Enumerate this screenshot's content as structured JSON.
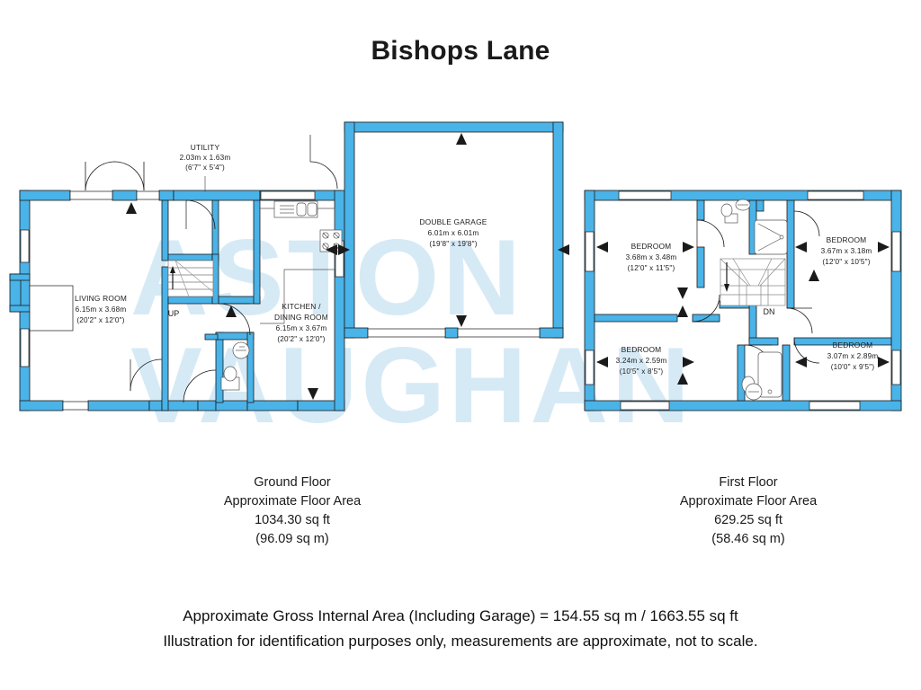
{
  "title": "Bishops Lane",
  "watermark": {
    "line1": "ASTON",
    "line2": "VAUGHAN",
    "color": "#cfe7f5"
  },
  "colors": {
    "wall": "#4ab3e8",
    "wall_outline": "#1a1a1a",
    "text": "#1a1a1a",
    "fixture": "#333333"
  },
  "ground_floor": {
    "caption": {
      "name": "Ground Floor",
      "area_label": "Approximate Floor Area",
      "sqft": "1034.30 sq ft",
      "sqm": "(96.09 sq m)"
    },
    "rooms": [
      {
        "id": "utility",
        "name": "UTILITY",
        "metric": "2.03m x 1.63m",
        "imperial": "(6'7\" x 5'4\")"
      },
      {
        "id": "living-room",
        "name": "LIVING ROOM",
        "metric": "6.15m x 3.68m",
        "imperial": "(20'2\" x 12'0\")"
      },
      {
        "id": "kitchen-dining-room",
        "name_line1": "KITCHEN /",
        "name_line2": "DINING ROOM",
        "metric": "6.15m x 3.67m",
        "imperial": "(20'2\" x 12'0\")"
      },
      {
        "id": "double-garage",
        "name": "DOUBLE GARAGE",
        "metric": "6.01m x 6.01m",
        "imperial": "(19'8\" x 19'8\")"
      }
    ],
    "stair_marker": "UP"
  },
  "first_floor": {
    "caption": {
      "name": "First Floor",
      "area_label": "Approximate Floor Area",
      "sqft": "629.25 sq ft",
      "sqm": "(58.46 sq m)"
    },
    "rooms": [
      {
        "id": "bedroom-1",
        "name": "BEDROOM",
        "metric": "3.68m x 3.48m",
        "imperial": "(12'0\" x 11'5\")"
      },
      {
        "id": "bedroom-2",
        "name": "BEDROOM",
        "metric": "3.67m x 3.18m",
        "imperial": "(12'0\" x 10'5\")"
      },
      {
        "id": "bedroom-3",
        "name": "BEDROOM",
        "metric": "3.24m x 2.59m",
        "imperial": "(10'5\" x 8'5\")"
      },
      {
        "id": "bedroom-4",
        "name": "BEDROOM",
        "metric": "3.07m x 2.89m",
        "imperial": "(10'0\" x 9'5\")"
      }
    ],
    "stair_marker": "DN"
  },
  "footer": {
    "line1": "Approximate Gross Internal Area (Including Garage) = 154.55 sq m / 1663.55 sq ft",
    "line2": "Illustration for identification purposes only, measurements are approximate, not to scale."
  }
}
